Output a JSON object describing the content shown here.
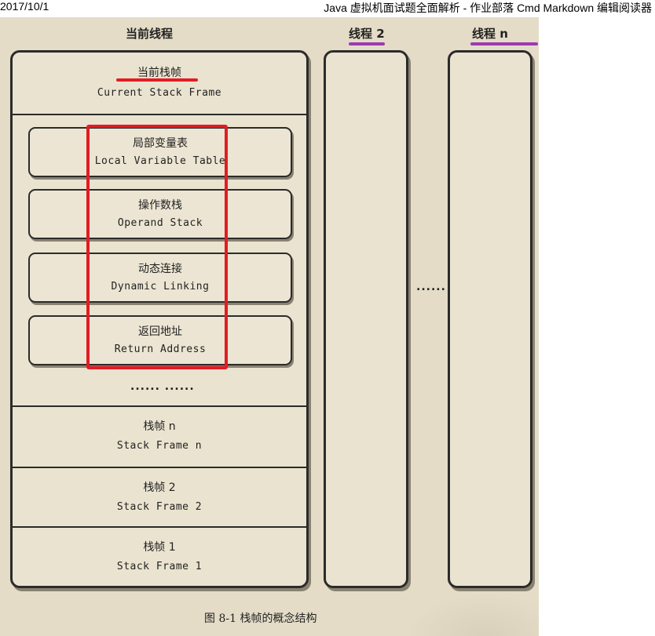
{
  "header": {
    "date": "2017/10/1",
    "title": "Java 虚拟机面试题全面解析 - 作业部落 Cmd Markdown 编辑阅读器"
  },
  "figure": {
    "current_thread_title": "当前线程",
    "thread2_title": "线程 2",
    "threadn_title": "线程 n",
    "current_frame": {
      "cn": "当前栈帧",
      "en": "Current Stack Frame"
    },
    "frame_parts": [
      {
        "cn": "局部变量表",
        "en": "Local Variable Table"
      },
      {
        "cn": "操作数栈",
        "en": "Operand Stack"
      },
      {
        "cn": "动态连接",
        "en": "Dynamic Linking"
      },
      {
        "cn": "返回地址",
        "en": "Return Address"
      }
    ],
    "frame_ellipsis": "...... ......",
    "frames": [
      {
        "cn": "栈帧 n",
        "en": "Stack Frame n"
      },
      {
        "cn": "栈帧 2",
        "en": "Stack Frame 2"
      },
      {
        "cn": "栈帧 1",
        "en": "Stack Frame 1"
      }
    ],
    "between_threads": "......",
    "caption": "图 8-1    栈帧的概念结构"
  },
  "colors": {
    "background": "#e4dcc7",
    "red_annotation": "#e21c23",
    "purple_annotation": "#9a3bb0"
  }
}
